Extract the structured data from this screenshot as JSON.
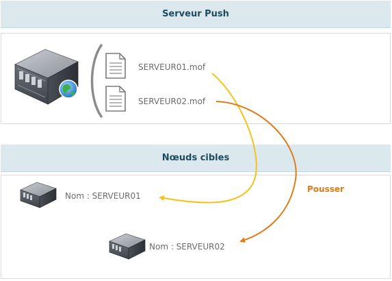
{
  "push_server": {
    "title": "Serveur Push"
  },
  "config_files": [
    {
      "name": "SERVEUR01.mof",
      "icon": "document-icon"
    },
    {
      "name": "SERVEUR02.mof",
      "icon": "document-icon"
    }
  ],
  "target_nodes": {
    "title": "Nœuds cibles",
    "nodes": [
      {
        "label": "Nom : SERVEUR01",
        "icon": "server-icon"
      },
      {
        "label": "Nom : SERVEUR02",
        "icon": "server-icon"
      }
    ]
  },
  "arrows": {
    "push_label": "Pousser",
    "colors": {
      "serveur01": "#f5c21b",
      "serveur02": "#e07b1a"
    }
  },
  "colors": {
    "header_bg": "#dbe9ef",
    "header_text": "#1f4a5e",
    "panel_border": "#d9d9d9",
    "label_text": "#6b6b6b"
  }
}
